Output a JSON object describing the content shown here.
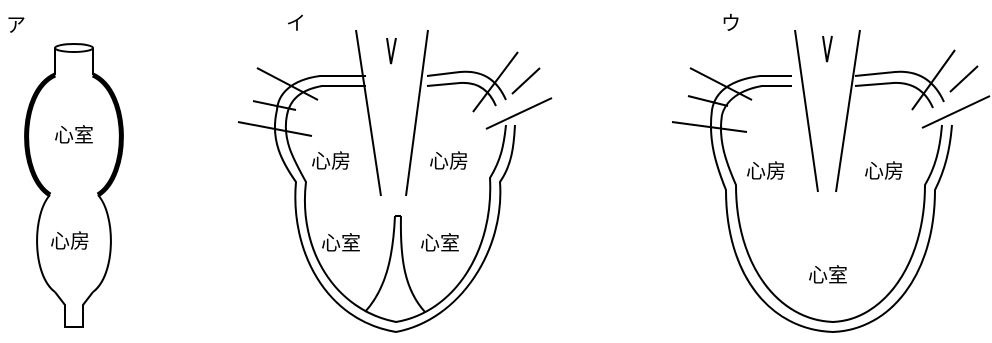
{
  "figures": [
    {
      "id": "a",
      "label": "ア",
      "parts": {
        "upper": "心室",
        "lower": "心房"
      }
    },
    {
      "id": "i",
      "label": "イ",
      "parts": {
        "atrium_left": "心房",
        "atrium_right": "心房",
        "ventricle_left": "心室",
        "ventricle_right": "心室"
      }
    },
    {
      "id": "u",
      "label": "ウ",
      "parts": {
        "atrium_left": "心房",
        "atrium_right": "心房",
        "ventricle": "心室"
      }
    }
  ]
}
